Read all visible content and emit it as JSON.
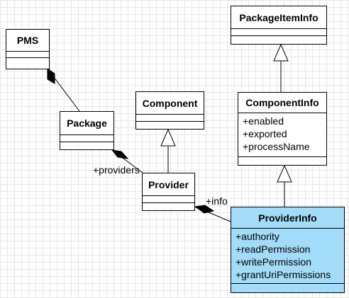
{
  "classes": {
    "pms": {
      "name": "PMS"
    },
    "package": {
      "name": "Package"
    },
    "component": {
      "name": "Component"
    },
    "provider": {
      "name": "Provider"
    },
    "package_item_info": {
      "name": "PackageItemInfo"
    },
    "component_info": {
      "name": "ComponentInfo",
      "attributes": [
        "+enabled",
        "+exported",
        "+processName"
      ]
    },
    "provider_info": {
      "name": "ProviderInfo",
      "attributes": [
        "+authority",
        "+readPermission",
        "+writePermission",
        "+grantUriPermissions"
      ]
    }
  },
  "labels": {
    "providers": "+providers",
    "info": "+info"
  },
  "colors": {
    "highlight": "#a3dcf9",
    "grid": "#e6e6e6"
  }
}
